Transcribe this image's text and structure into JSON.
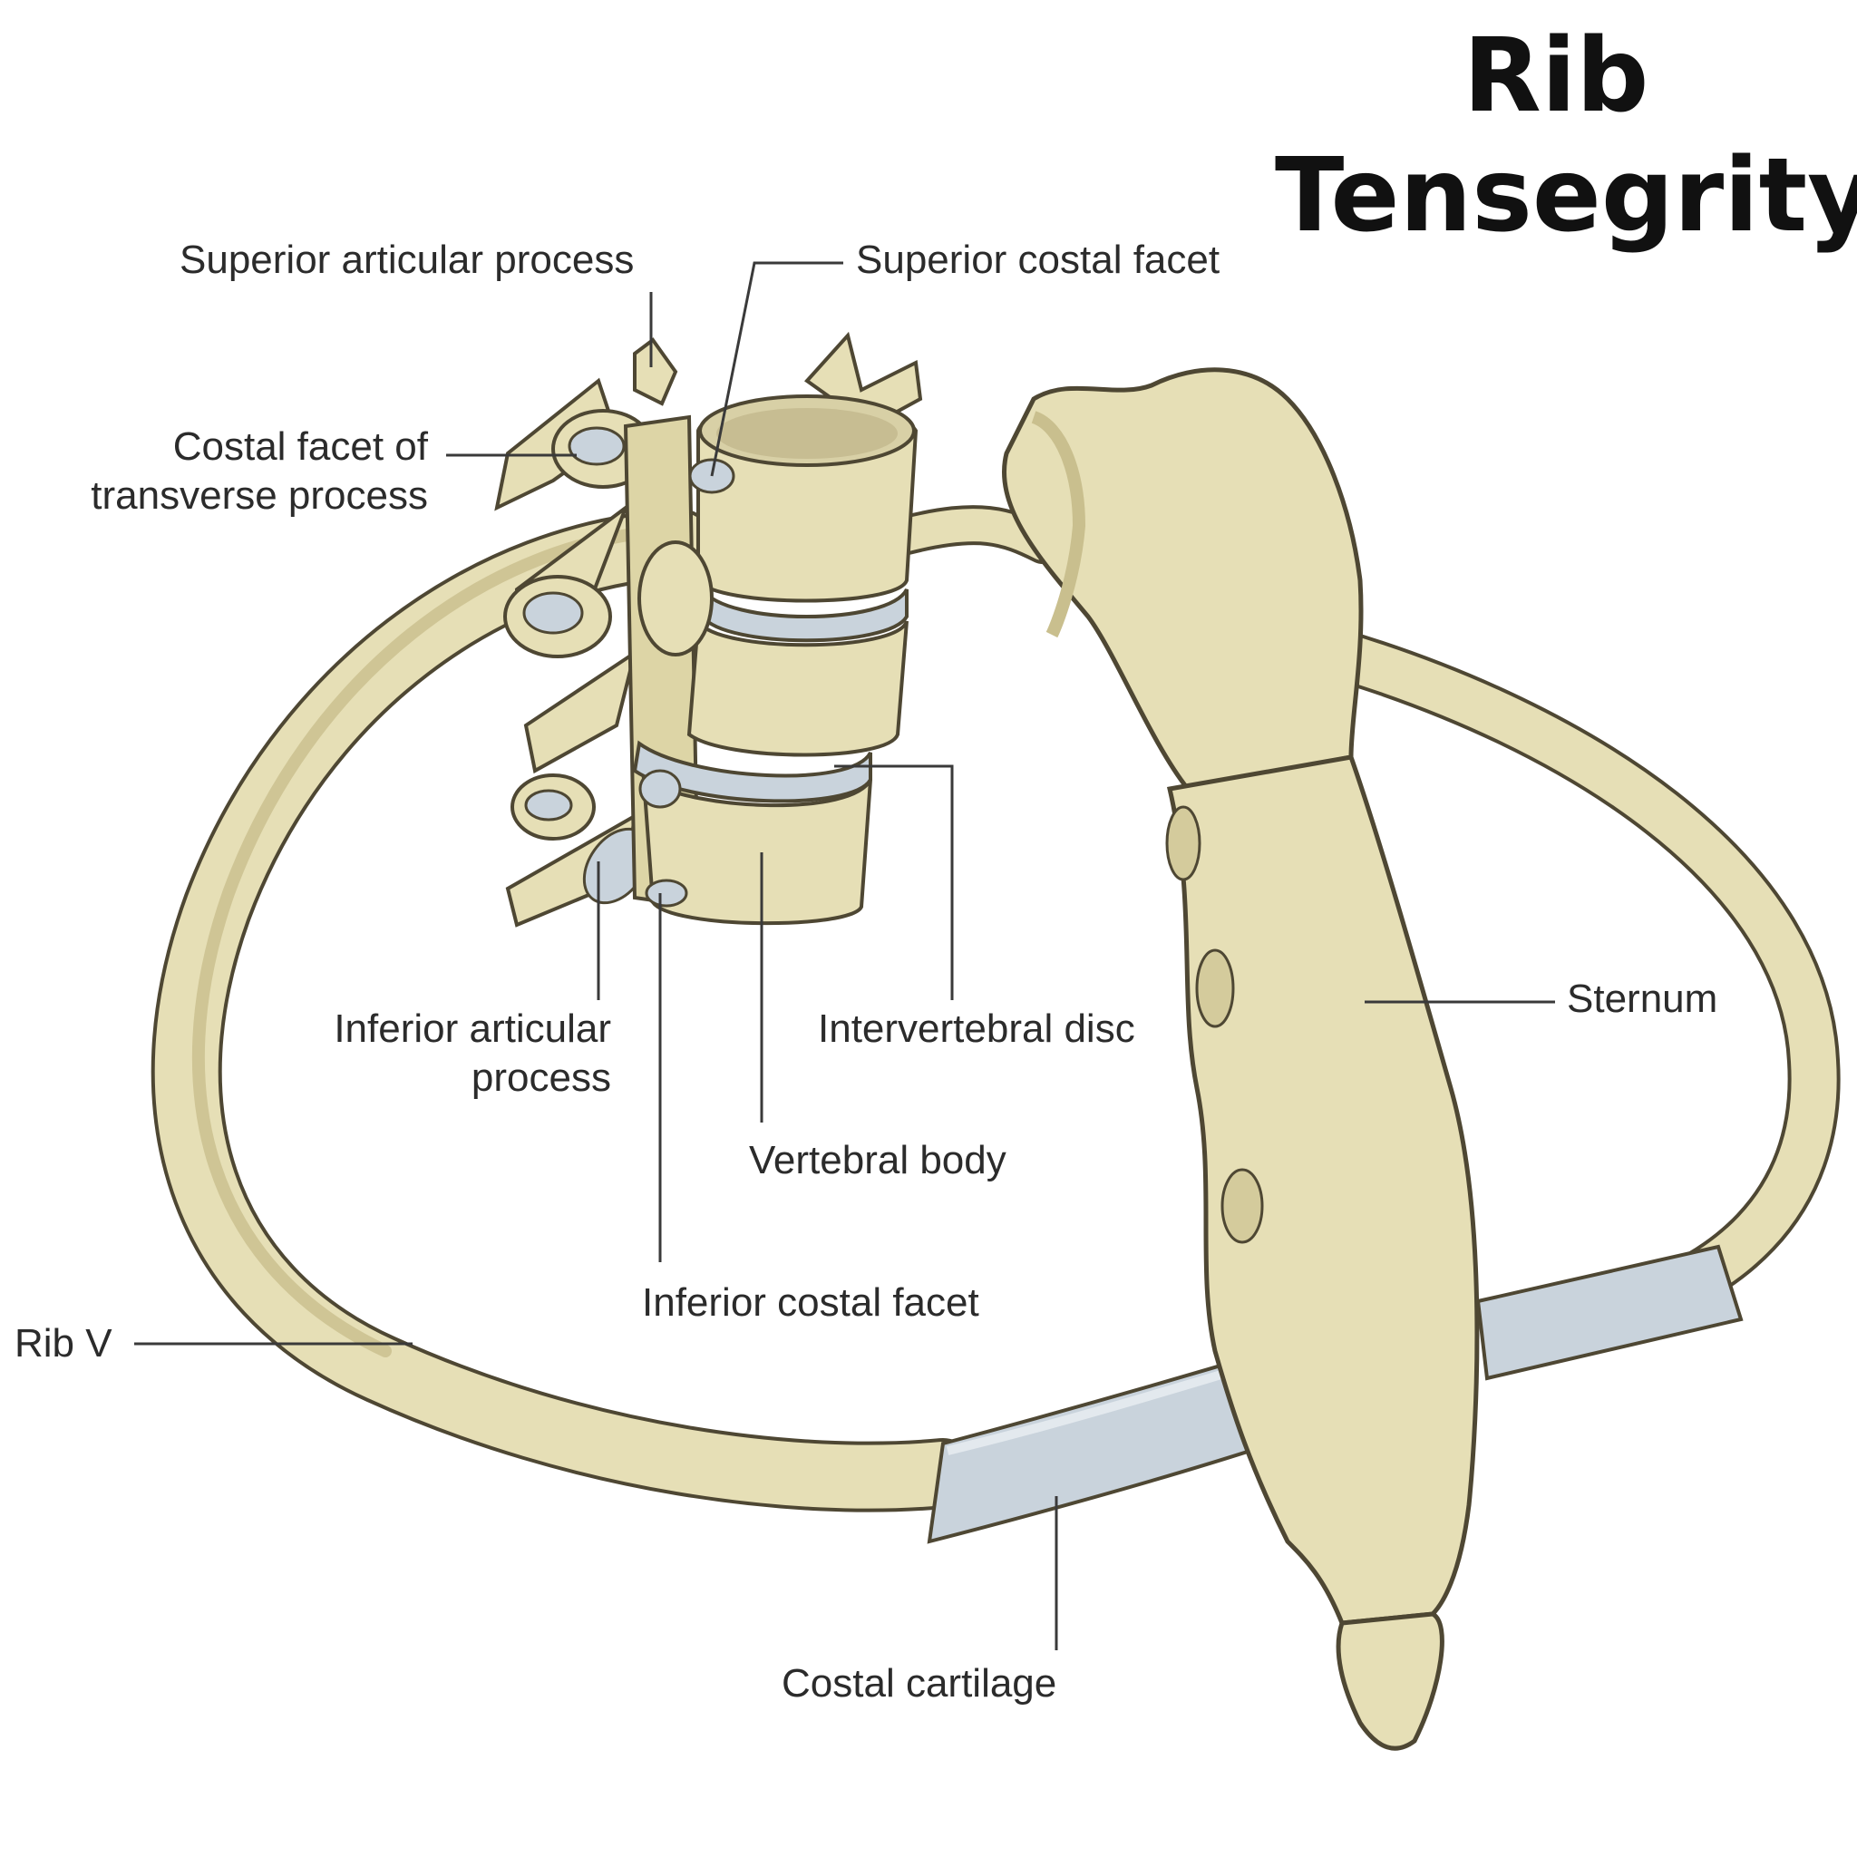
{
  "title": {
    "line1": "Rib",
    "line2": "Tensegrity"
  },
  "labels": {
    "superior_articular_process": "Superior articular process",
    "superior_costal_facet": "Superior costal facet",
    "costal_facet_tp_line1": "Costal facet of",
    "costal_facet_tp_line2": "transverse process",
    "inferior_articular_line1": "Inferior articular",
    "inferior_articular_line2": "process",
    "intervertebral_disc": "Intervertebral disc",
    "vertebral_body": "Vertebral body",
    "inferior_costal_facet": "Inferior costal facet",
    "rib_v": "Rib V",
    "sternum": "Sternum",
    "costal_cartilage": "Costal cartilage"
  },
  "colors": {
    "bone": "#e6dfb6",
    "bone_shadow": "#c9bf8e",
    "bone_outline": "#4e4733",
    "cartilage": "#c9d3dc",
    "cartilage_shadow": "#a9b6c2",
    "leader": "#3a3a3a"
  }
}
